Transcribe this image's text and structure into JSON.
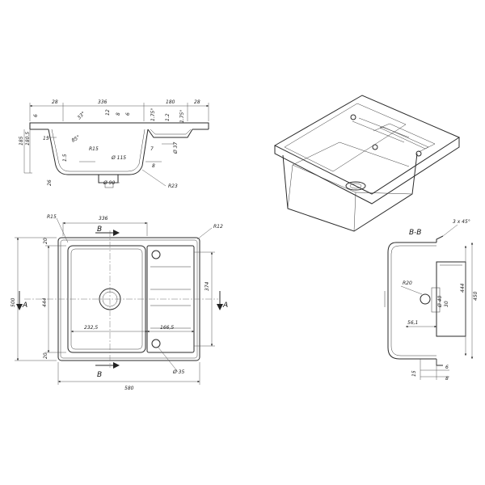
{
  "side_view": {
    "dims": [
      "28",
      "336",
      "180",
      "28",
      "6",
      "15",
      "12",
      "8",
      "6",
      "1.75°",
      "1.2",
      "1.75°",
      "33°",
      "85°",
      "R15",
      "185",
      "180.5",
      "1.5",
      "Ø 115",
      "7",
      "Ø 37",
      "Ø 90",
      "8",
      "R23",
      "26"
    ]
  },
  "plan_view": {
    "dims": [
      "R15",
      "336",
      "R12",
      "20",
      "500",
      "444",
      "20",
      "374",
      "232,5",
      "166,5",
      "Ø 35",
      "580"
    ],
    "section_marks": [
      "B",
      "B",
      "A",
      "A"
    ]
  },
  "section_view": {
    "title": "B-B",
    "dims": [
      "3 x 45°",
      "R20",
      "Ø 40",
      "30",
      "56,1",
      "444",
      "450",
      "15",
      "6",
      "8"
    ]
  }
}
